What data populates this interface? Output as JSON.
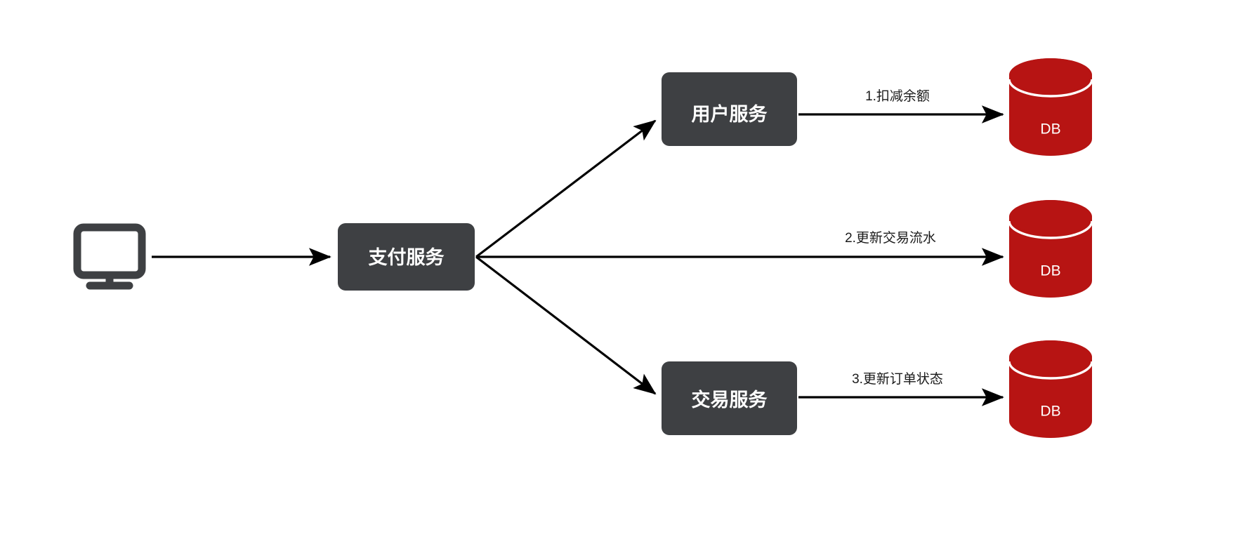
{
  "diagram": {
    "title": "Payment service distributed transaction diagram",
    "background_color": "#ffffff",
    "node_color": "#3e4043",
    "db_color": "#b71413",
    "edge_color": "#000000",
    "label_color": "#1b1b1b",
    "client": {
      "icon": "monitor-icon",
      "label": ""
    },
    "nodes": [
      {
        "id": "payment",
        "label": "支付服务"
      },
      {
        "id": "user",
        "label": "用户服务"
      },
      {
        "id": "trade",
        "label": "交易服务"
      }
    ],
    "databases": [
      {
        "id": "db1",
        "label": "DB"
      },
      {
        "id": "db2",
        "label": "DB"
      },
      {
        "id": "db3",
        "label": "DB"
      }
    ],
    "edges": [
      {
        "id": "e-client-payment",
        "label": "",
        "from": "client",
        "to": "payment"
      },
      {
        "id": "e-payment-user",
        "label": "",
        "from": "payment",
        "to": "user"
      },
      {
        "id": "e-payment-db2",
        "label": "2.更新交易流水",
        "from": "payment",
        "to": "db2"
      },
      {
        "id": "e-payment-trade",
        "label": "",
        "from": "payment",
        "to": "trade"
      },
      {
        "id": "e-user-db1",
        "label": "1.扣减余额",
        "from": "user",
        "to": "db1"
      },
      {
        "id": "e-trade-db3",
        "label": "3.更新订单状态",
        "from": "trade",
        "to": "db3"
      }
    ]
  }
}
